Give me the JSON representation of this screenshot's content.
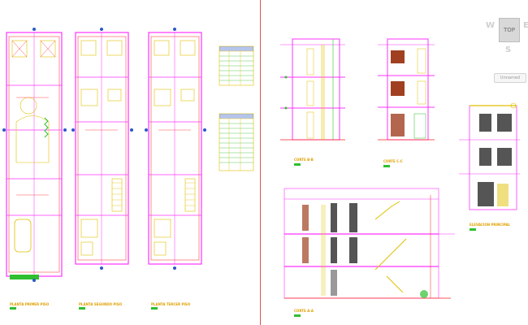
{
  "viewcube": {
    "top_label": "TOP",
    "compass_w": "W",
    "compass_e": "E",
    "compass_s": "S"
  },
  "ucs_button": {
    "label": "Unnamed"
  },
  "captions": {
    "plan1": "PLANTA PRIMER PISO",
    "plan2": "PLANTA SEGUNDO PISO",
    "plan3": "PLANTA TERCER PISO",
    "section_bb": "CORTE B-B",
    "section_cc": "CORTE C-C",
    "elevation": "ELEVACION PRINCIPAL",
    "section_aa": "CORTE A-A"
  },
  "colors": {
    "walls": "#ff33ff",
    "red_lines": "#ff2020",
    "yellow": "#e0c000",
    "green": "#2fbf2f",
    "blue_marker": "#2c57c8",
    "dark_fill": "#555555",
    "brown": "#a04020"
  }
}
